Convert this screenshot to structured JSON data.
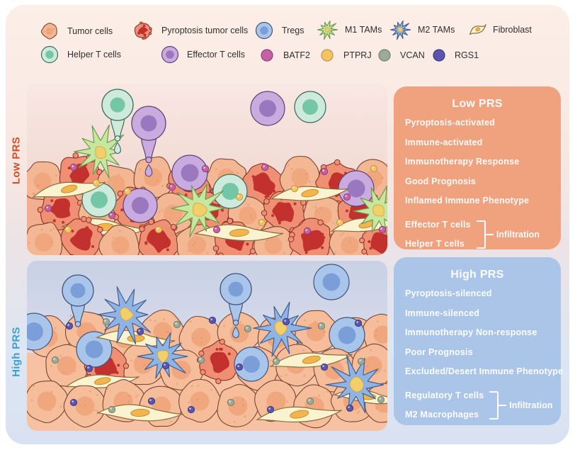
{
  "legend": {
    "items": [
      {
        "label": "Tumor cells",
        "icon": "tumor-cell-icon"
      },
      {
        "label": "Pyroptosis tumor cells",
        "icon": "pyroptosis-tumor-cell-icon"
      },
      {
        "label": "Tregs",
        "icon": "treg-cell-icon"
      },
      {
        "label": "M1 TAMs",
        "icon": "m1-tam-icon"
      },
      {
        "label": "M2 TAMs",
        "icon": "m2-tam-icon"
      },
      {
        "label": "Fibroblast",
        "icon": "fibroblast-icon"
      },
      {
        "label": "Helper T cells",
        "icon": "helper-t-cell-icon"
      },
      {
        "label": "Effector T cells",
        "icon": "effector-t-cell-icon"
      },
      {
        "label": "BATF2",
        "icon": "batf2-icon"
      },
      {
        "label": "PTPRJ",
        "icon": "ptprj-icon"
      },
      {
        "label": "VCAN",
        "icon": "vcan-icon"
      },
      {
        "label": "RGS1",
        "icon": "rgs1-icon"
      }
    ]
  },
  "panels": {
    "low": {
      "side_label": "Low PRS",
      "label_color": "#d14e2a"
    },
    "high": {
      "side_label": "High PRS",
      "label_color": "#3d9fca"
    }
  },
  "boxes": {
    "low": {
      "title": "Low PRS",
      "bg": "#f0a17e",
      "items": [
        "Pyroptosis-activated",
        "Immune-activated",
        "Immunotherapy Response",
        "Good Prognosis",
        "Inflamed Immune Phenotype"
      ],
      "bracket": {
        "top": "Effector T cells",
        "bottom": "Helper T cells",
        "label": "Infiltration"
      }
    },
    "high": {
      "title": "High PRS",
      "bg": "#aac5e7",
      "items": [
        "Pyroptosis-silenced",
        "Immune-silenced",
        "Immunotherapy Non-response",
        "Poor Prognosis",
        "Excluded/Desert Immune Phenotype"
      ],
      "bracket": {
        "top": "Regulatory T cells",
        "bottom": "M2 Macrophages",
        "label": "Infiltration"
      }
    }
  },
  "colors": {
    "tumor_body": "#f6bd9b",
    "tumor_nucleus": "#efa57c",
    "tumor_stroke": "#7a4632",
    "tumor_body_low": "#f4b793",
    "tumor_speckle": "#e08a5d",
    "pyro_body": "#ef9075",
    "pyro_nucleus": "#c2312d",
    "pyro_stroke": "#8a3226",
    "treg_body": "#a9c6ea",
    "treg_nucleus": "#7b9ed8",
    "treg_stroke": "#45537b",
    "helper_body": "#cdeadd",
    "helper_nucleus": "#74c7a6",
    "helper_stroke": "#3e6e58",
    "effector_body": "#c9abdf",
    "effector_nucleus": "#9b77c0",
    "effector_stroke": "#5d4470",
    "m1_body": "#c6e79e",
    "m1_stroke": "#6f9a50",
    "tam_center": "#f2cf6a",
    "tam_center_stroke": "#d3a23e",
    "m2_body": "#8fb3e3",
    "m2_stroke": "#46608f",
    "fibro_body": "#faf3cf",
    "fibro_stroke": "#8a6b3a",
    "fibro_nucleus": "#f2b44d",
    "fibro_nucleus_stroke": "#c08a30",
    "batf2": "#c661a4",
    "batf2_stroke": "#8d3d74",
    "ptprj": "#f3c560",
    "ptprj_stroke": "#c3924a",
    "vcan": "#9cab98",
    "vcan_stroke": "#6f8070",
    "rgs1": "#5b55b0",
    "rgs1_stroke": "#3b3a7a",
    "low_wash": "#f2ae8f",
    "high_wash": "#f7c2a3",
    "box_text": "#ffffff"
  }
}
